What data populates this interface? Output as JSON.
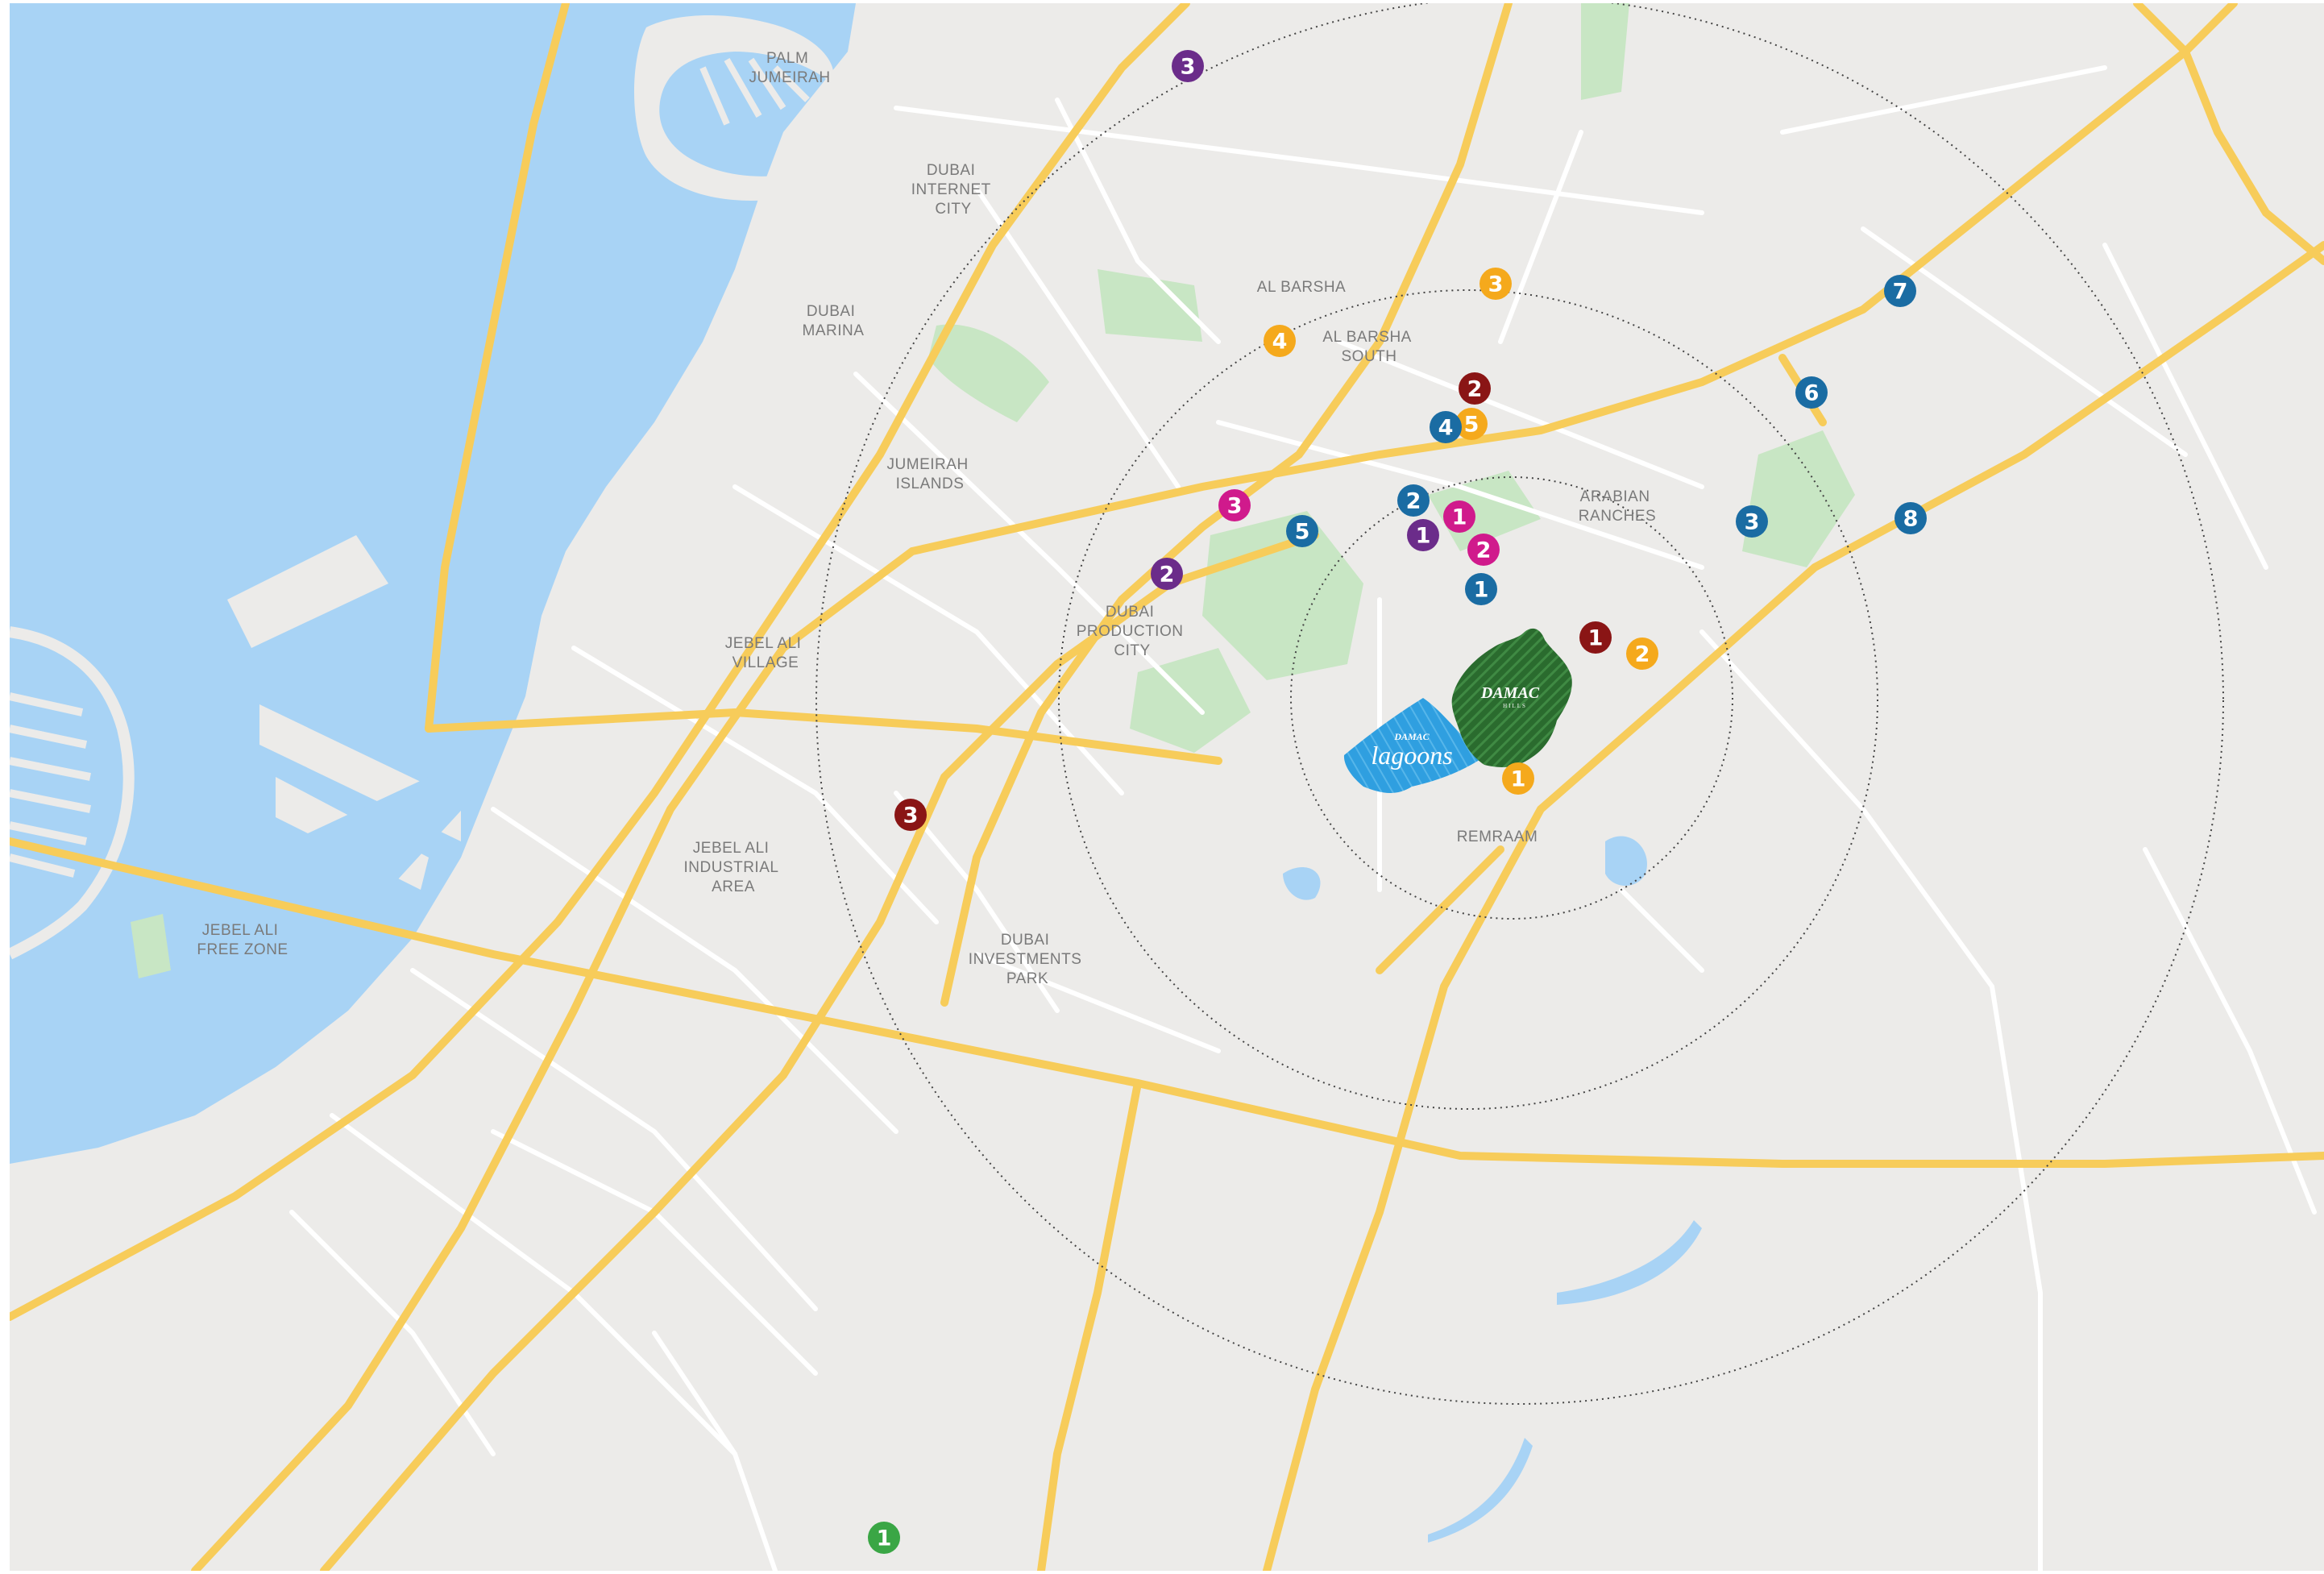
{
  "area_labels": {
    "palm_jumeirah": [
      "PALM",
      "JUMEIRAH"
    ],
    "dubai_internet_city": [
      "DUBAI",
      "INTERNET",
      "CITY"
    ],
    "dubai_marina": [
      "DUBAI",
      "MARINA"
    ],
    "al_barsha": [
      "AL BARSHA"
    ],
    "al_barsha_south": [
      "AL BARSHA",
      "SOUTH"
    ],
    "jumeirah_islands": [
      "JUMEIRAH",
      "ISLANDS"
    ],
    "arabian_ranches": [
      "ARABIAN",
      "RANCHES"
    ],
    "dubai_production_city": [
      "DUBAI",
      "PRODUCTION",
      "CITY"
    ],
    "jebel_ali_village": [
      "JEBEL ALI",
      "VILLAGE"
    ],
    "jebel_ali_industrial_area": [
      "JEBEL ALI",
      "INDUSTRIAL",
      "AREA"
    ],
    "jebel_ali_free_zone": [
      "JEBEL ALI",
      "FREE ZONE"
    ],
    "dubai_investments_park": [
      "DUBAI",
      "INVESTMENTS",
      "PARK"
    ],
    "remraam": [
      "REMRAAM"
    ]
  },
  "projects": {
    "damac_hills": {
      "brand": "DAMAC",
      "name": "HILLS",
      "color": "#2a6b2e"
    },
    "damac_lagoons": {
      "brand": "DAMAC",
      "name": "lagoons",
      "color": "#2f9fe0"
    }
  },
  "marker_colors": {
    "purple": "#6b2c8a",
    "blue": "#1a6ca3",
    "orange": "#f5a91c",
    "darkred": "#8a1515",
    "magenta": "#d01a8c",
    "green": "#3aa645"
  },
  "markers": [
    {
      "id": "purple-3",
      "color": "purple",
      "number": "3"
    },
    {
      "id": "purple-2",
      "color": "purple",
      "number": "2"
    },
    {
      "id": "purple-1",
      "color": "purple",
      "number": "1"
    },
    {
      "id": "orange-3",
      "color": "orange",
      "number": "3"
    },
    {
      "id": "orange-4",
      "color": "orange",
      "number": "4"
    },
    {
      "id": "orange-5",
      "color": "orange",
      "number": "5"
    },
    {
      "id": "orange-2",
      "color": "orange",
      "number": "2"
    },
    {
      "id": "orange-1",
      "color": "orange",
      "number": "1"
    },
    {
      "id": "darkred-2",
      "color": "darkred",
      "number": "2"
    },
    {
      "id": "darkred-1",
      "color": "darkred",
      "number": "1"
    },
    {
      "id": "darkred-3",
      "color": "darkred",
      "number": "3"
    },
    {
      "id": "blue-7",
      "color": "blue",
      "number": "7"
    },
    {
      "id": "blue-6",
      "color": "blue",
      "number": "6"
    },
    {
      "id": "blue-4",
      "color": "blue",
      "number": "4"
    },
    {
      "id": "blue-2",
      "color": "blue",
      "number": "2"
    },
    {
      "id": "blue-5",
      "color": "blue",
      "number": "5"
    },
    {
      "id": "blue-3",
      "color": "blue",
      "number": "3"
    },
    {
      "id": "blue-8",
      "color": "blue",
      "number": "8"
    },
    {
      "id": "blue-1",
      "color": "blue",
      "number": "1"
    },
    {
      "id": "magenta-1",
      "color": "magenta",
      "number": "1"
    },
    {
      "id": "magenta-2",
      "color": "magenta",
      "number": "2"
    },
    {
      "id": "magenta-3",
      "color": "magenta",
      "number": "3"
    },
    {
      "id": "green-1",
      "color": "green",
      "number": "1"
    }
  ]
}
